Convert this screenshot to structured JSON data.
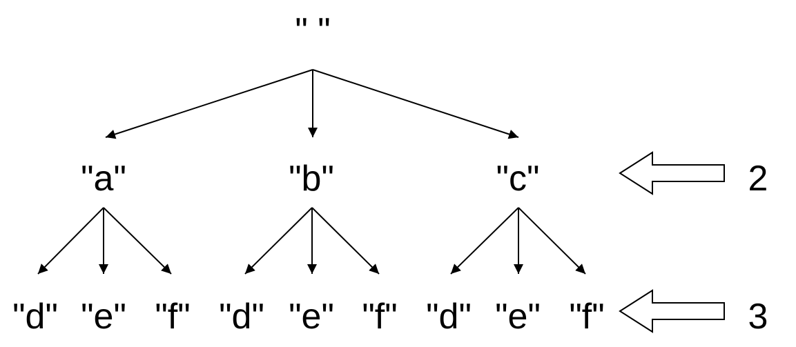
{
  "root": {
    "label": "\" \""
  },
  "level2": [
    {
      "label": "\"a\""
    },
    {
      "label": "\"b\""
    },
    {
      "label": "\"c\""
    }
  ],
  "level3": [
    {
      "label": "\"d\""
    },
    {
      "label": "\"e\""
    },
    {
      "label": "\"f\""
    },
    {
      "label": "\"d\""
    },
    {
      "label": "\"e\""
    },
    {
      "label": "\"f\""
    },
    {
      "label": "\"d\""
    },
    {
      "label": "\"e\""
    },
    {
      "label": "\"f\""
    }
  ],
  "markers": [
    {
      "label": "2"
    },
    {
      "label": "3"
    }
  ],
  "colors": {
    "stroke": "#000000",
    "background": "#ffffff"
  }
}
